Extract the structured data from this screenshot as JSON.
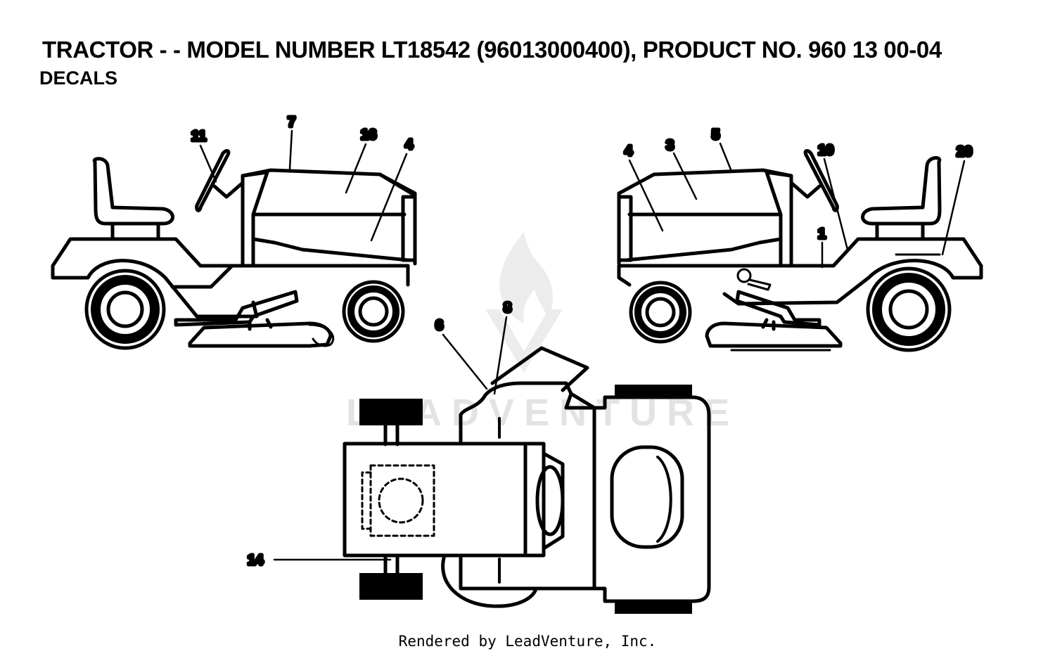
{
  "header": {
    "title": "TRACTOR - - MODEL NUMBER LT18542 (96013000400), PRODUCT NO. 960 13 00-04",
    "subtitle": "DECALS"
  },
  "watermark": {
    "text": "LEADVENTURE"
  },
  "callouts": {
    "left_view": {
      "c11": "11",
      "c7": "7",
      "c16": "16",
      "c4": "4"
    },
    "right_view": {
      "c4": "4",
      "c3": "3",
      "c5": "5",
      "c10": "10",
      "c20": "20",
      "c1": "1"
    },
    "top_view": {
      "c6": "6",
      "c8": "8",
      "c14": "14"
    }
  },
  "footer": {
    "text": "Rendered by LeadVenture, Inc."
  }
}
